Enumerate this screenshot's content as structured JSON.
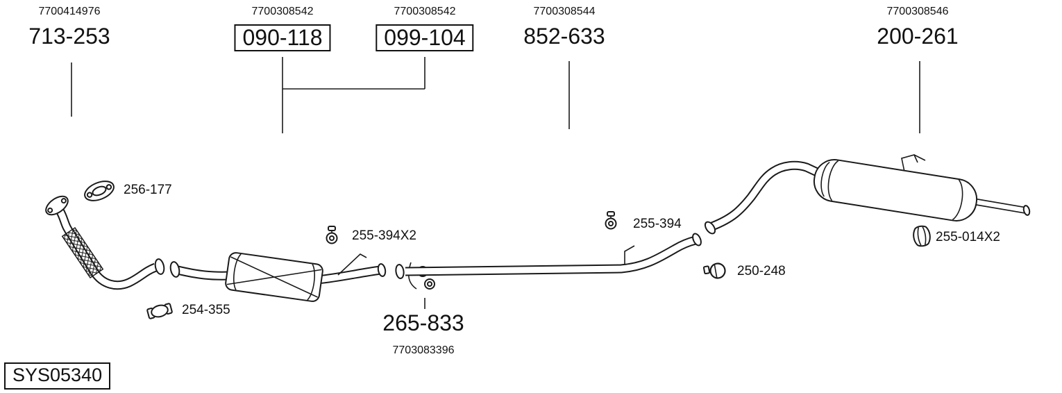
{
  "diagram_code": "SYS05340",
  "colors": {
    "line": "#1a1a1a",
    "background": "#ffffff"
  },
  "top_parts": [
    {
      "oem": "7700414976",
      "part": "713-253",
      "boxed": false
    },
    {
      "oem": "7700308542",
      "part": "090-118",
      "boxed": true
    },
    {
      "oem": "7700308542",
      "part": "099-104",
      "boxed": true
    },
    {
      "oem": "7700308544",
      "part": "852-633",
      "boxed": false
    },
    {
      "oem": "7700308546",
      "part": "200-261",
      "boxed": false
    }
  ],
  "component_parts": [
    {
      "part": "256-177",
      "icon": "gasket-icon"
    },
    {
      "part": "254-355",
      "icon": "clamp-icon"
    },
    {
      "part": "255-394X2",
      "icon": "rubber-mount-icon"
    },
    {
      "part": "255-394",
      "icon": "rubber-mount-icon"
    },
    {
      "part": "250-248",
      "icon": "clamp-icon"
    },
    {
      "part": "255-014X2",
      "icon": "rubber-hanger-icon"
    }
  ],
  "bottom_part": {
    "part": "265-833",
    "oem": "7703083396"
  }
}
